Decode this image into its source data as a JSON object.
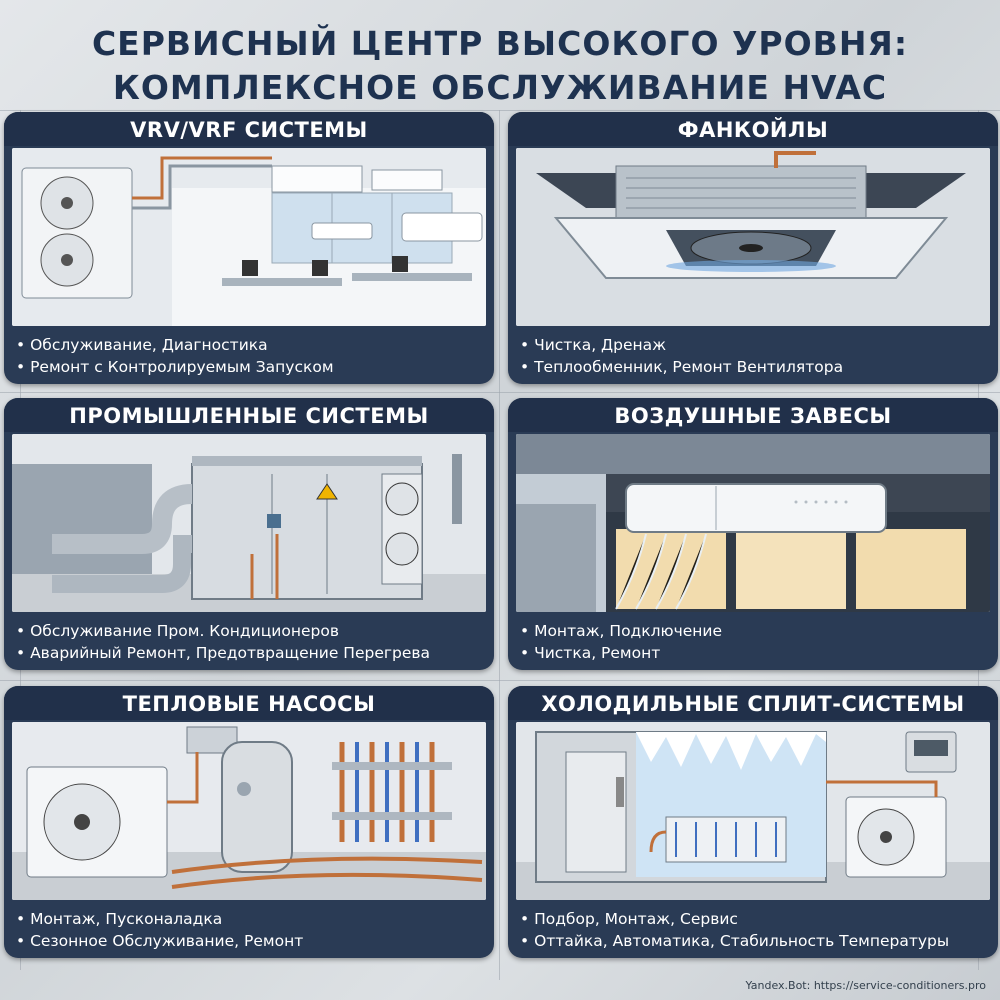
{
  "page": {
    "title_line1": "Сервисный центр высокого уровня:",
    "title_line2": "Комплексное обслуживание HVAC"
  },
  "panels": [
    {
      "title": "VRV/VRF Системы",
      "items": [
        "Обслуживание, Диагностика",
        "Ремонт с Контролируемым Запуском"
      ]
    },
    {
      "title": "Фанкойлы",
      "items": [
        "Чистка, Дренаж",
        "Теплообменник, Ремонт Вентилятора"
      ]
    },
    {
      "title": "Промышленные системы",
      "items": [
        "Обслуживание Пром. Кондиционеров",
        "Аварийный Ремонт, Предотвращение Перегрева"
      ]
    },
    {
      "title": "Воздушные завесы",
      "items": [
        "Монтаж, Подключение",
        "Чистка, Ремонт"
      ]
    },
    {
      "title": "Тепловые насосы",
      "items": [
        "Монтаж, Пусконаладка",
        "Сезонное Обслуживание, Ремонт"
      ]
    },
    {
      "title": "Холодильные сплит-системы",
      "items": [
        "Подбор, Монтаж, Сервис",
        "Оттайка, Автоматика, Стабильность Температуры"
      ]
    }
  ],
  "footer": {
    "text": "Yandex.Bot: https://service-conditioners.pro"
  },
  "colors": {
    "panel": "#2a3b55",
    "header": "#21304a",
    "title": "#1e3250",
    "copper": "#c0703a"
  }
}
